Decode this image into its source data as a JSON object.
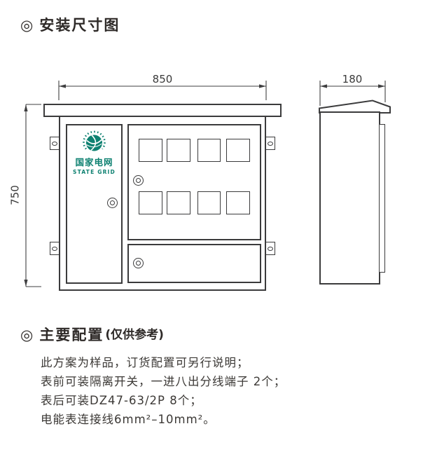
{
  "sections": {
    "dimension": {
      "marker": "◎",
      "title": "安装尺寸图"
    },
    "config": {
      "marker": "◎",
      "title": "主要配置",
      "note": "(仅供参考)",
      "lines": [
        "此方案为样品，订货配置可另行说明；",
        "表前可装隔离开关，一进八出分线端子 2个；",
        "表后可装DZ47-63/2P 8个；",
        "电能表连接线6mm²–10mm²。"
      ]
    }
  },
  "diagram": {
    "front_view": {
      "width_label": "850",
      "height_label": "750"
    },
    "side_view": {
      "depth_label": "180"
    },
    "logo": {
      "name_cn": "国家电网",
      "name_en": "STATE GRID"
    }
  },
  "colors": {
    "brand_teal": "#0E8171",
    "line_dark": "#3B3B3C",
    "text_dark": "#2E2A28"
  }
}
